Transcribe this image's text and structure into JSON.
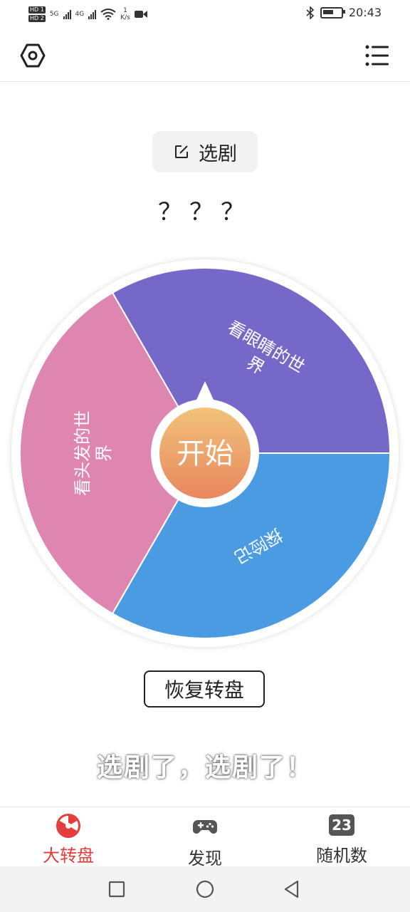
{
  "status_bar": {
    "sim1": "HD 1",
    "sim2": "HD 2",
    "net_type": "5G",
    "net_type2": "4G",
    "speed_value": "1",
    "speed_unit": "K/s",
    "time": "20:43"
  },
  "topbar": {
    "settings_icon": "settings-hexagon-icon",
    "menu_icon": "list-menu-icon"
  },
  "select_button": {
    "label": "选剧",
    "icon": "edit-square-icon"
  },
  "result_text": "？？？",
  "wheel": {
    "start_label": "开始",
    "segments": [
      {
        "label_line1": "看眼睛的世",
        "label_line2": "界",
        "color": "#7668C9"
      },
      {
        "label_line1": "探险记",
        "label_line2": "",
        "color": "#4A9BE2"
      },
      {
        "label_line1": "看头发的世",
        "label_line2": "界",
        "color": "#DE86B0"
      }
    ],
    "center_gradient": [
      "#F2C27A",
      "#E8875E"
    ]
  },
  "restore_button": {
    "label": "恢复转盘"
  },
  "toast": "选剧了，选剧了！",
  "tabs": [
    {
      "label": "大转盘",
      "icon": "wheel-icon",
      "active": true
    },
    {
      "label": "发现",
      "icon": "gamepad-icon",
      "active": false
    },
    {
      "label": "随机数",
      "icon": "number-badge-icon",
      "badge": "23",
      "active": false
    }
  ],
  "accent_color": "#E43B3B",
  "nav": {
    "recent_icon": "square-icon",
    "home_icon": "circle-icon",
    "back_icon": "triangle-back-icon"
  }
}
